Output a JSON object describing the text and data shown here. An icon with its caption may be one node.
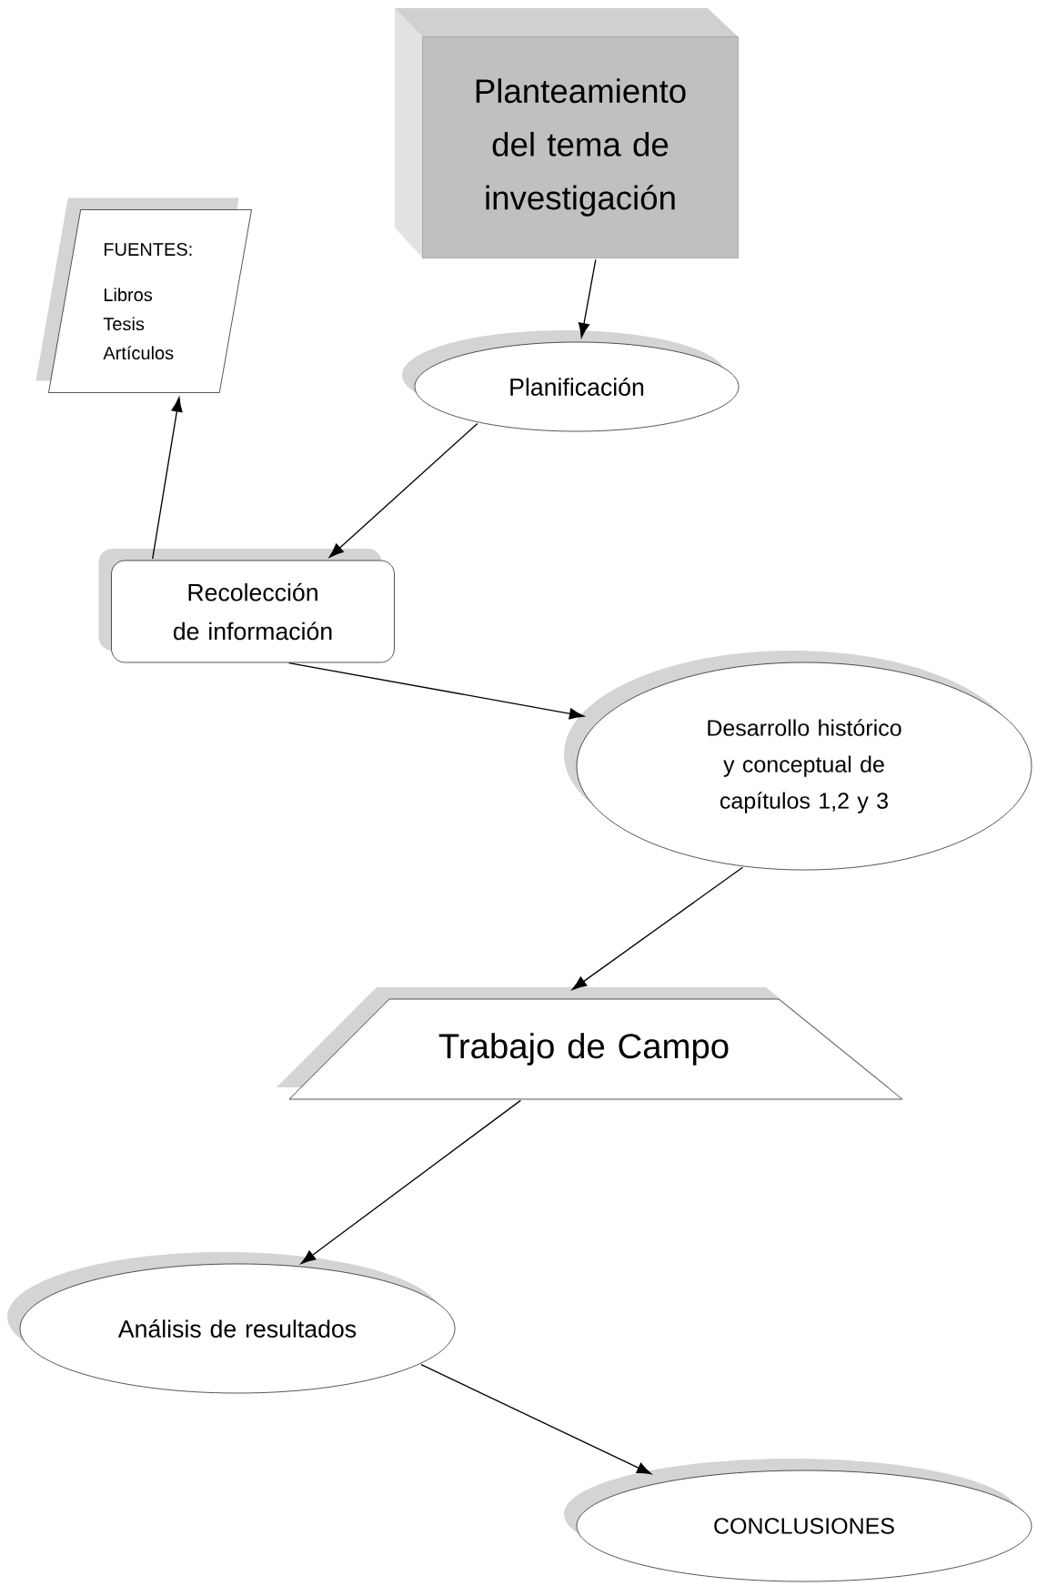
{
  "diagram": {
    "nodes": [
      {
        "text": [
          "Planteamiento del tema de investigación"
        ]
      },
      {
        "text": [
          "FUENTES:",
          "Libros Tesis Artículos"
        ]
      },
      {
        "text": [
          "Planificación"
        ]
      },
      {
        "text": [
          "Recolección de información"
        ]
      },
      {
        "text": [
          "Desarrollo histórico y conceptual de capítulos 1,2 y 3"
        ]
      },
      {
        "text": [
          "Trabajo de Campo"
        ]
      },
      {
        "text": [
          "Análisis de resultados"
        ]
      },
      {
        "text": [
          "CONCLUSIONES"
        ]
      }
    ],
    "edges": [
      {
        "from": 0,
        "to": 2,
        "arrow": "to"
      },
      {
        "from": 2,
        "to": 3,
        "arrow": "to"
      },
      {
        "from": 3,
        "to": 1,
        "arrow": "to"
      },
      {
        "from": 3,
        "to": 4,
        "arrow": "to"
      },
      {
        "from": 4,
        "to": 5,
        "arrow": "to"
      },
      {
        "from": 5,
        "to": 6,
        "arrow": "to"
      },
      {
        "from": 6,
        "to": 7,
        "arrow": "to"
      }
    ]
  }
}
